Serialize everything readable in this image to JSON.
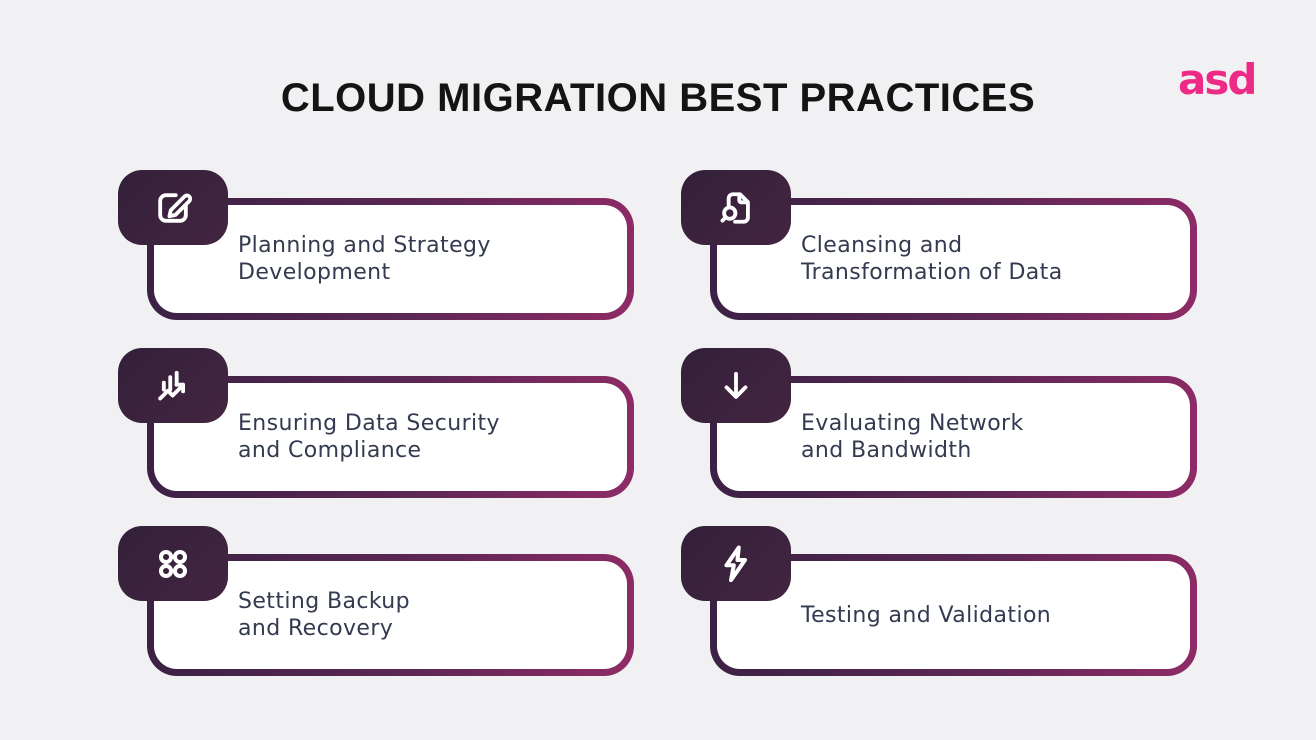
{
  "header": {
    "title": "CLOUD MIGRATION BEST PRACTICES",
    "logo_text": "asd"
  },
  "cards": [
    {
      "icon": "edit-icon",
      "title": "Planning and Strategy\nDevelopment"
    },
    {
      "icon": "file-search-icon",
      "title": "Cleansing and\nTransformation of Data"
    },
    {
      "icon": "chart-growth-icon",
      "title": "Ensuring Data Security\nand Compliance"
    },
    {
      "icon": "arrow-down-icon",
      "title": "Evaluating Network\nand Bandwidth"
    },
    {
      "icon": "dots-grid-icon",
      "title": "Setting Backup\nand Recovery"
    },
    {
      "icon": "lightning-icon",
      "title": "Testing and Validation"
    }
  ],
  "colors": {
    "background": "#f1f0f2",
    "title_text": "#141414",
    "logo_pink": "#ed2b86",
    "card_text": "#343a50",
    "card_fill": "#ffffff",
    "badge_dark_start": "#33203a",
    "badge_dark_end": "#432540",
    "border_gradient_start": "#3a2144",
    "border_gradient_end": "#8f2b66",
    "icon_stroke": "#ffffff"
  }
}
